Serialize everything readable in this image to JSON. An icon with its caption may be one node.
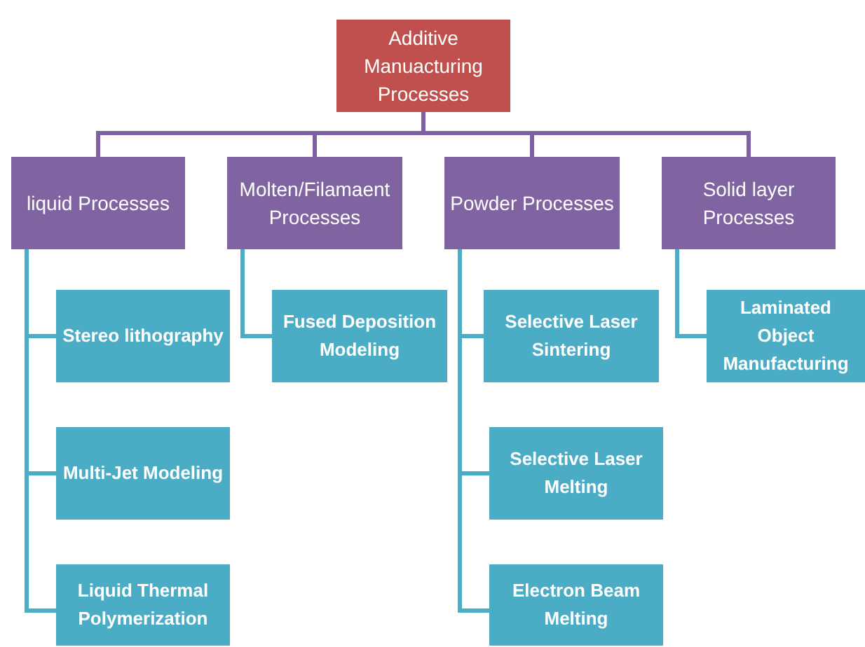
{
  "diagram": {
    "nodes": [
      {
        "text": [
          "Additive Manuacturing Processes"
        ]
      },
      {
        "text": [
          "liquid Processes"
        ]
      },
      {
        "text": [
          "Molten/Filamaent Processes"
        ]
      },
      {
        "text": [
          "Powder Processes"
        ]
      },
      {
        "text": [
          "Solid layer Processes"
        ]
      },
      {
        "text": [
          "Stereo lithography"
        ]
      },
      {
        "text": [
          "Multi-Jet Modeling"
        ]
      },
      {
        "text": [
          "Liquid Thermal Polymerization"
        ]
      },
      {
        "text": [
          "Fused Deposition Modeling"
        ]
      },
      {
        "text": [
          "Selective Laser Sintering"
        ]
      },
      {
        "text": [
          "Selective Laser Melting"
        ]
      },
      {
        "text": [
          "Electron Beam Melting"
        ]
      },
      {
        "text": [
          "Laminated Object Manufacturing"
        ]
      }
    ],
    "edges": [
      {
        "from": 0,
        "to": 1,
        "arrow": "none",
        "color": "#7e61a4"
      },
      {
        "from": 0,
        "to": 2,
        "arrow": "none",
        "color": "#7e61a4"
      },
      {
        "from": 0,
        "to": 3,
        "arrow": "none",
        "color": "#7e61a4"
      },
      {
        "from": 0,
        "to": 4,
        "arrow": "none",
        "color": "#7e61a4"
      },
      {
        "from": 1,
        "to": 5,
        "arrow": "none"
      },
      {
        "from": 1,
        "to": 6,
        "arrow": "none"
      },
      {
        "from": 1,
        "to": 7,
        "arrow": "none"
      },
      {
        "from": 2,
        "to": 8,
        "arrow": "none"
      },
      {
        "from": 3,
        "to": 9,
        "arrow": "none"
      },
      {
        "from": 3,
        "to": 10,
        "arrow": "none"
      },
      {
        "from": 3,
        "to": 11,
        "arrow": "none"
      },
      {
        "from": 4,
        "to": 12,
        "arrow": "none"
      }
    ]
  }
}
